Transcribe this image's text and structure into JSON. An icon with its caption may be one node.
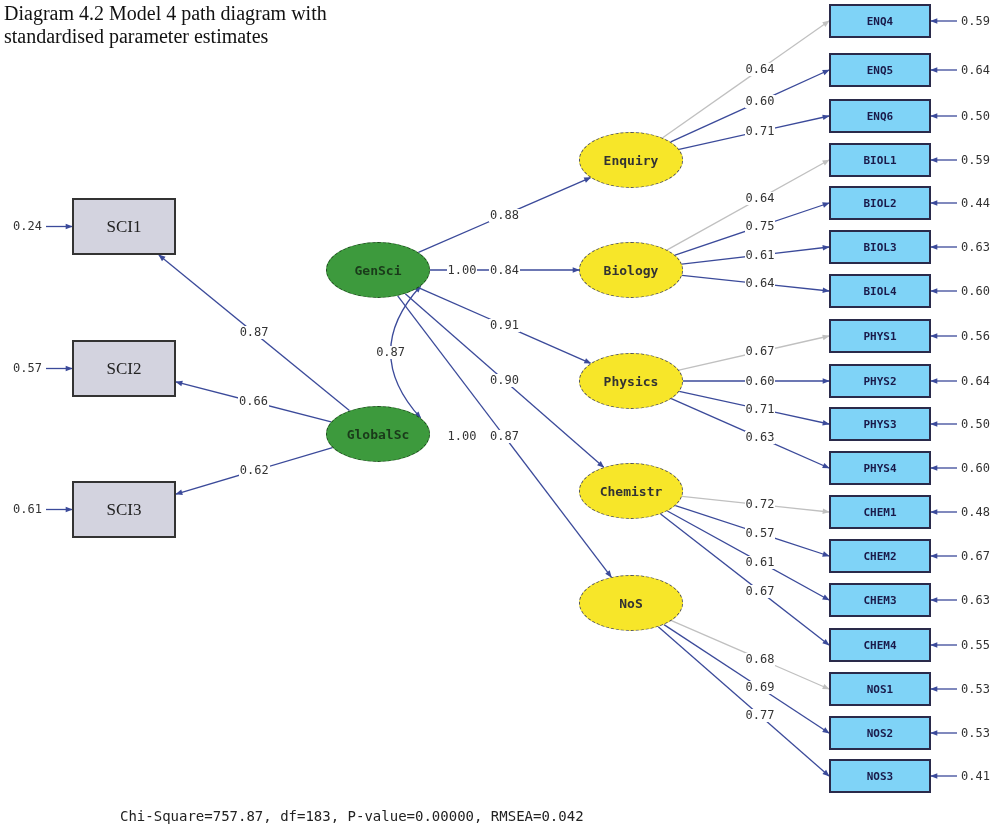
{
  "diagram": {
    "title": "Diagram 4.2 Model 4 path diagram with standardised parameter estimates",
    "caption": "Chi-Square=757.87, df=183, P-value=0.00000, RMSEA=0.042",
    "nodes": [
      {
        "text": [
          "SCI1"
        ]
      },
      {
        "text": [
          "SCI2"
        ]
      },
      {
        "text": [
          "SCI3"
        ]
      },
      {
        "text": [
          "GenSci"
        ]
      },
      {
        "text": [
          "GlobalSc"
        ]
      },
      {
        "text": [
          "Enquiry"
        ]
      },
      {
        "text": [
          "Biology"
        ]
      },
      {
        "text": [
          "Physics"
        ]
      },
      {
        "text": [
          "Chemistr"
        ]
      },
      {
        "text": [
          "NoS"
        ]
      },
      {
        "text": [
          "ENQ4"
        ]
      },
      {
        "text": [
          "ENQ5"
        ]
      },
      {
        "text": [
          "ENQ6"
        ]
      },
      {
        "text": [
          "BIOL1"
        ]
      },
      {
        "text": [
          "BIOL2"
        ]
      },
      {
        "text": [
          "BIOL3"
        ]
      },
      {
        "text": [
          "BIOL4"
        ]
      },
      {
        "text": [
          "PHYS1"
        ]
      },
      {
        "text": [
          "PHYS2"
        ]
      },
      {
        "text": [
          "PHYS3"
        ]
      },
      {
        "text": [
          "PHYS4"
        ]
      },
      {
        "text": [
          "CHEM1"
        ]
      },
      {
        "text": [
          "CHEM2"
        ]
      },
      {
        "text": [
          "CHEM3"
        ]
      },
      {
        "text": [
          "CHEM4"
        ]
      },
      {
        "text": [
          "NOS1"
        ]
      },
      {
        "text": [
          "NOS2"
        ]
      },
      {
        "text": [
          "NOS3"
        ]
      }
    ],
    "edges": [
      {
        "from": 4,
        "to": 0,
        "arrow": "to",
        "label": "0.87"
      },
      {
        "from": 4,
        "to": 1,
        "arrow": "to",
        "label": "0.66"
      },
      {
        "from": 4,
        "to": 2,
        "arrow": "to",
        "label": "0.62"
      },
      {
        "from": null,
        "to": 0,
        "arrow": "to",
        "label": "0.24"
      },
      {
        "from": null,
        "to": 1,
        "arrow": "to",
        "label": "0.57"
      },
      {
        "from": null,
        "to": 2,
        "arrow": "to",
        "label": "0.61"
      },
      {
        "from": 3,
        "to": 4,
        "arrow": "both",
        "label": "0.87"
      },
      {
        "from": 3,
        "to": 5,
        "arrow": "to",
        "label": "0.88"
      },
      {
        "from": 3,
        "to": 6,
        "arrow": "to",
        "label": "0.84"
      },
      {
        "from": 3,
        "to": 7,
        "arrow": "to",
        "label": "0.91"
      },
      {
        "from": 3,
        "to": 8,
        "arrow": "to",
        "label": "0.90"
      },
      {
        "from": 3,
        "to": 9,
        "arrow": "to",
        "label": "0.87"
      },
      {
        "from": 5,
        "to": 10,
        "arrow": "to",
        "label": "0.64",
        "color": "#c0c0c0"
      },
      {
        "from": 5,
        "to": 11,
        "arrow": "to",
        "label": "0.60"
      },
      {
        "from": 5,
        "to": 12,
        "arrow": "to",
        "label": "0.71"
      },
      {
        "from": 6,
        "to": 13,
        "arrow": "to",
        "label": "0.64",
        "color": "#c0c0c0"
      },
      {
        "from": 6,
        "to": 14,
        "arrow": "to",
        "label": "0.75"
      },
      {
        "from": 6,
        "to": 15,
        "arrow": "to",
        "label": "0.61"
      },
      {
        "from": 6,
        "to": 16,
        "arrow": "to",
        "label": "0.64"
      },
      {
        "from": 7,
        "to": 17,
        "arrow": "to",
        "label": "0.67",
        "color": "#c0c0c0"
      },
      {
        "from": 7,
        "to": 18,
        "arrow": "to",
        "label": "0.60"
      },
      {
        "from": 7,
        "to": 19,
        "arrow": "to",
        "label": "0.71"
      },
      {
        "from": 7,
        "to": 20,
        "arrow": "to",
        "label": "0.63"
      },
      {
        "from": 8,
        "to": 21,
        "arrow": "to",
        "label": "0.72",
        "color": "#c0c0c0"
      },
      {
        "from": 8,
        "to": 22,
        "arrow": "to",
        "label": "0.57"
      },
      {
        "from": 8,
        "to": 23,
        "arrow": "to",
        "label": "0.61"
      },
      {
        "from": 8,
        "to": 24,
        "arrow": "to",
        "label": "0.67"
      },
      {
        "from": 9,
        "to": 25,
        "arrow": "to",
        "label": "0.68",
        "color": "#c0c0c0"
      },
      {
        "from": 9,
        "to": 26,
        "arrow": "to",
        "label": "0.69"
      },
      {
        "from": 9,
        "to": 27,
        "arrow": "to",
        "label": "0.77"
      },
      {
        "from": null,
        "to": 10,
        "arrow": "to",
        "label": "0.59"
      },
      {
        "from": null,
        "to": 11,
        "arrow": "to",
        "label": "0.64"
      },
      {
        "from": null,
        "to": 12,
        "arrow": "to",
        "label": "0.50"
      },
      {
        "from": null,
        "to": 13,
        "arrow": "to",
        "label": "0.59"
      },
      {
        "from": null,
        "to": 14,
        "arrow": "to",
        "label": "0.44"
      },
      {
        "from": null,
        "to": 15,
        "arrow": "to",
        "label": "0.63"
      },
      {
        "from": null,
        "to": 16,
        "arrow": "to",
        "label": "0.60"
      },
      {
        "from": null,
        "to": 17,
        "arrow": "to",
        "label": "0.56"
      },
      {
        "from": null,
        "to": 18,
        "arrow": "to",
        "label": "0.64"
      },
      {
        "from": null,
        "to": 19,
        "arrow": "to",
        "label": "0.50"
      },
      {
        "from": null,
        "to": 20,
        "arrow": "to",
        "label": "0.60"
      },
      {
        "from": null,
        "to": 21,
        "arrow": "to",
        "label": "0.48"
      },
      {
        "from": null,
        "to": 22,
        "arrow": "to",
        "label": "0.67"
      },
      {
        "from": null,
        "to": 23,
        "arrow": "to",
        "label": "0.63"
      },
      {
        "from": null,
        "to": 24,
        "arrow": "to",
        "label": "0.55"
      },
      {
        "from": null,
        "to": 25,
        "arrow": "to",
        "label": "0.53"
      },
      {
        "from": null,
        "to": 26,
        "arrow": "to",
        "label": "0.53"
      },
      {
        "from": null,
        "to": 27,
        "arrow": "to",
        "label": "0.41"
      }
    ],
    "labels": [
      "1.00",
      "1.00"
    ]
  }
}
